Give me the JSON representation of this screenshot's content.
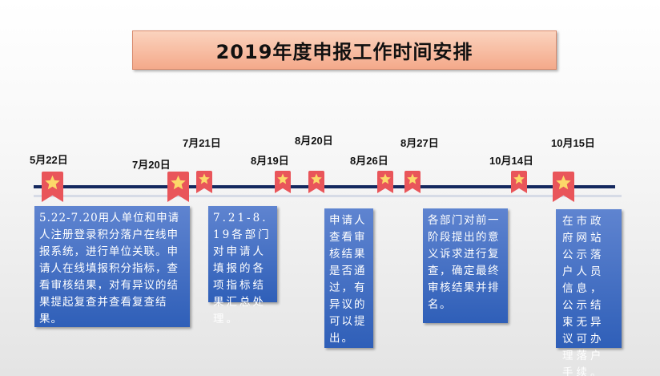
{
  "title": "2019年度申报工作时间安排",
  "colors": {
    "title_bg": "#f4a98a",
    "axis": "#14285e",
    "marker": "#e9555a",
    "star": "#fcd869",
    "box": "#3a66bf"
  },
  "milestones": [
    {
      "date": "5月22日",
      "size": "large"
    },
    {
      "date": "7月20日",
      "size": "large"
    },
    {
      "date": "7月21日",
      "size": "small"
    },
    {
      "date": "8月19日",
      "size": "small"
    },
    {
      "date": "8月20日",
      "size": "small"
    },
    {
      "date": "8月26日",
      "size": "small"
    },
    {
      "date": "8月27日",
      "size": "small"
    },
    {
      "date": "10月14日",
      "size": "small"
    },
    {
      "date": "10月15日",
      "size": "large"
    }
  ],
  "boxes": [
    "5.22-7.20用人单位和申请人注册登录积分落户在线申报系统，进行单位关联。申请人在线填报积分指标，查看审核结果，对有异议的结果提起复查并查看复查结果。",
    "7.21-8.19各部门对申请人填报的各项指标结果汇总处理。",
    "申请人查看审核结果是否通过，有异议的可以提出。",
    "各部门对前一阶段提出的意义诉求进行复查，确定最终审核结果并排名。",
    "在市政府网站公示落户人员信息，公示结束无异议可办理落户手续。"
  ]
}
